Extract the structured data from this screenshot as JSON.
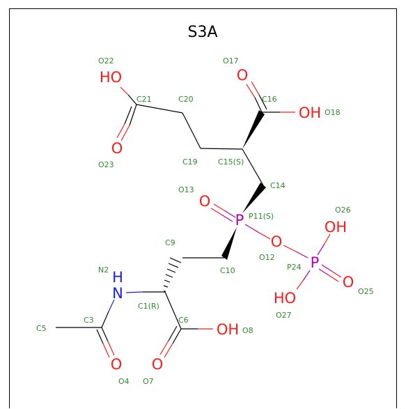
{
  "title": "S3A",
  "atoms": {
    "o22": "HO",
    "o17": "O",
    "o18": "OH",
    "o23": "O",
    "o13": "O",
    "p11": "P",
    "o12": "O",
    "o26": "OH",
    "p24": "P",
    "o25": "O",
    "o27": "HO",
    "n2": "N",
    "n2h": "H",
    "o4": "O",
    "o7": "O",
    "o8": "OH"
  },
  "labels": {
    "O22": "O22",
    "O17": "O17",
    "C21": "C21",
    "C20": "C20",
    "C16": "C16",
    "O18": "O18",
    "C19": "C19",
    "C15": "C15(S)",
    "O23": "O23",
    "C14": "C14",
    "O13": "O13",
    "P11": "P11(S)",
    "O26": "O26",
    "C9": "C9",
    "O12": "O12",
    "C10": "C10",
    "N2": "N2",
    "P24": "P24",
    "O25": "O25",
    "C1": "C1(R)",
    "O27": "O27",
    "C5": "C5",
    "C3": "C3",
    "C6": "C6",
    "O8": "O8",
    "O4": "O4",
    "O7": "O7"
  },
  "colors": {
    "carbon_bond": "#000000",
    "oxygen": "#ff1a1a",
    "nitrogen": "#1a1aff",
    "phosphorus": "#b000b0",
    "atom_label": "#2e8b2e"
  }
}
